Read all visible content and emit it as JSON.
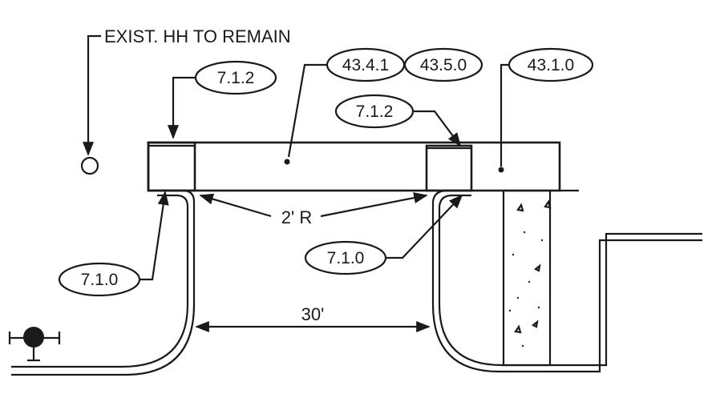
{
  "notes": {
    "exist_hh": "EXIST. HH TO REMAIN",
    "radius": "2' R",
    "span": "30'"
  },
  "callouts": {
    "left_sleeve_top": "7.1.2",
    "right_sleeve_top": "7.1.2",
    "pipe_a": "43.4.1",
    "pipe_b": "43.5.0",
    "pipe_right": "43.1.0",
    "left_bend": "7.1.0",
    "right_bend": "7.1.0"
  }
}
